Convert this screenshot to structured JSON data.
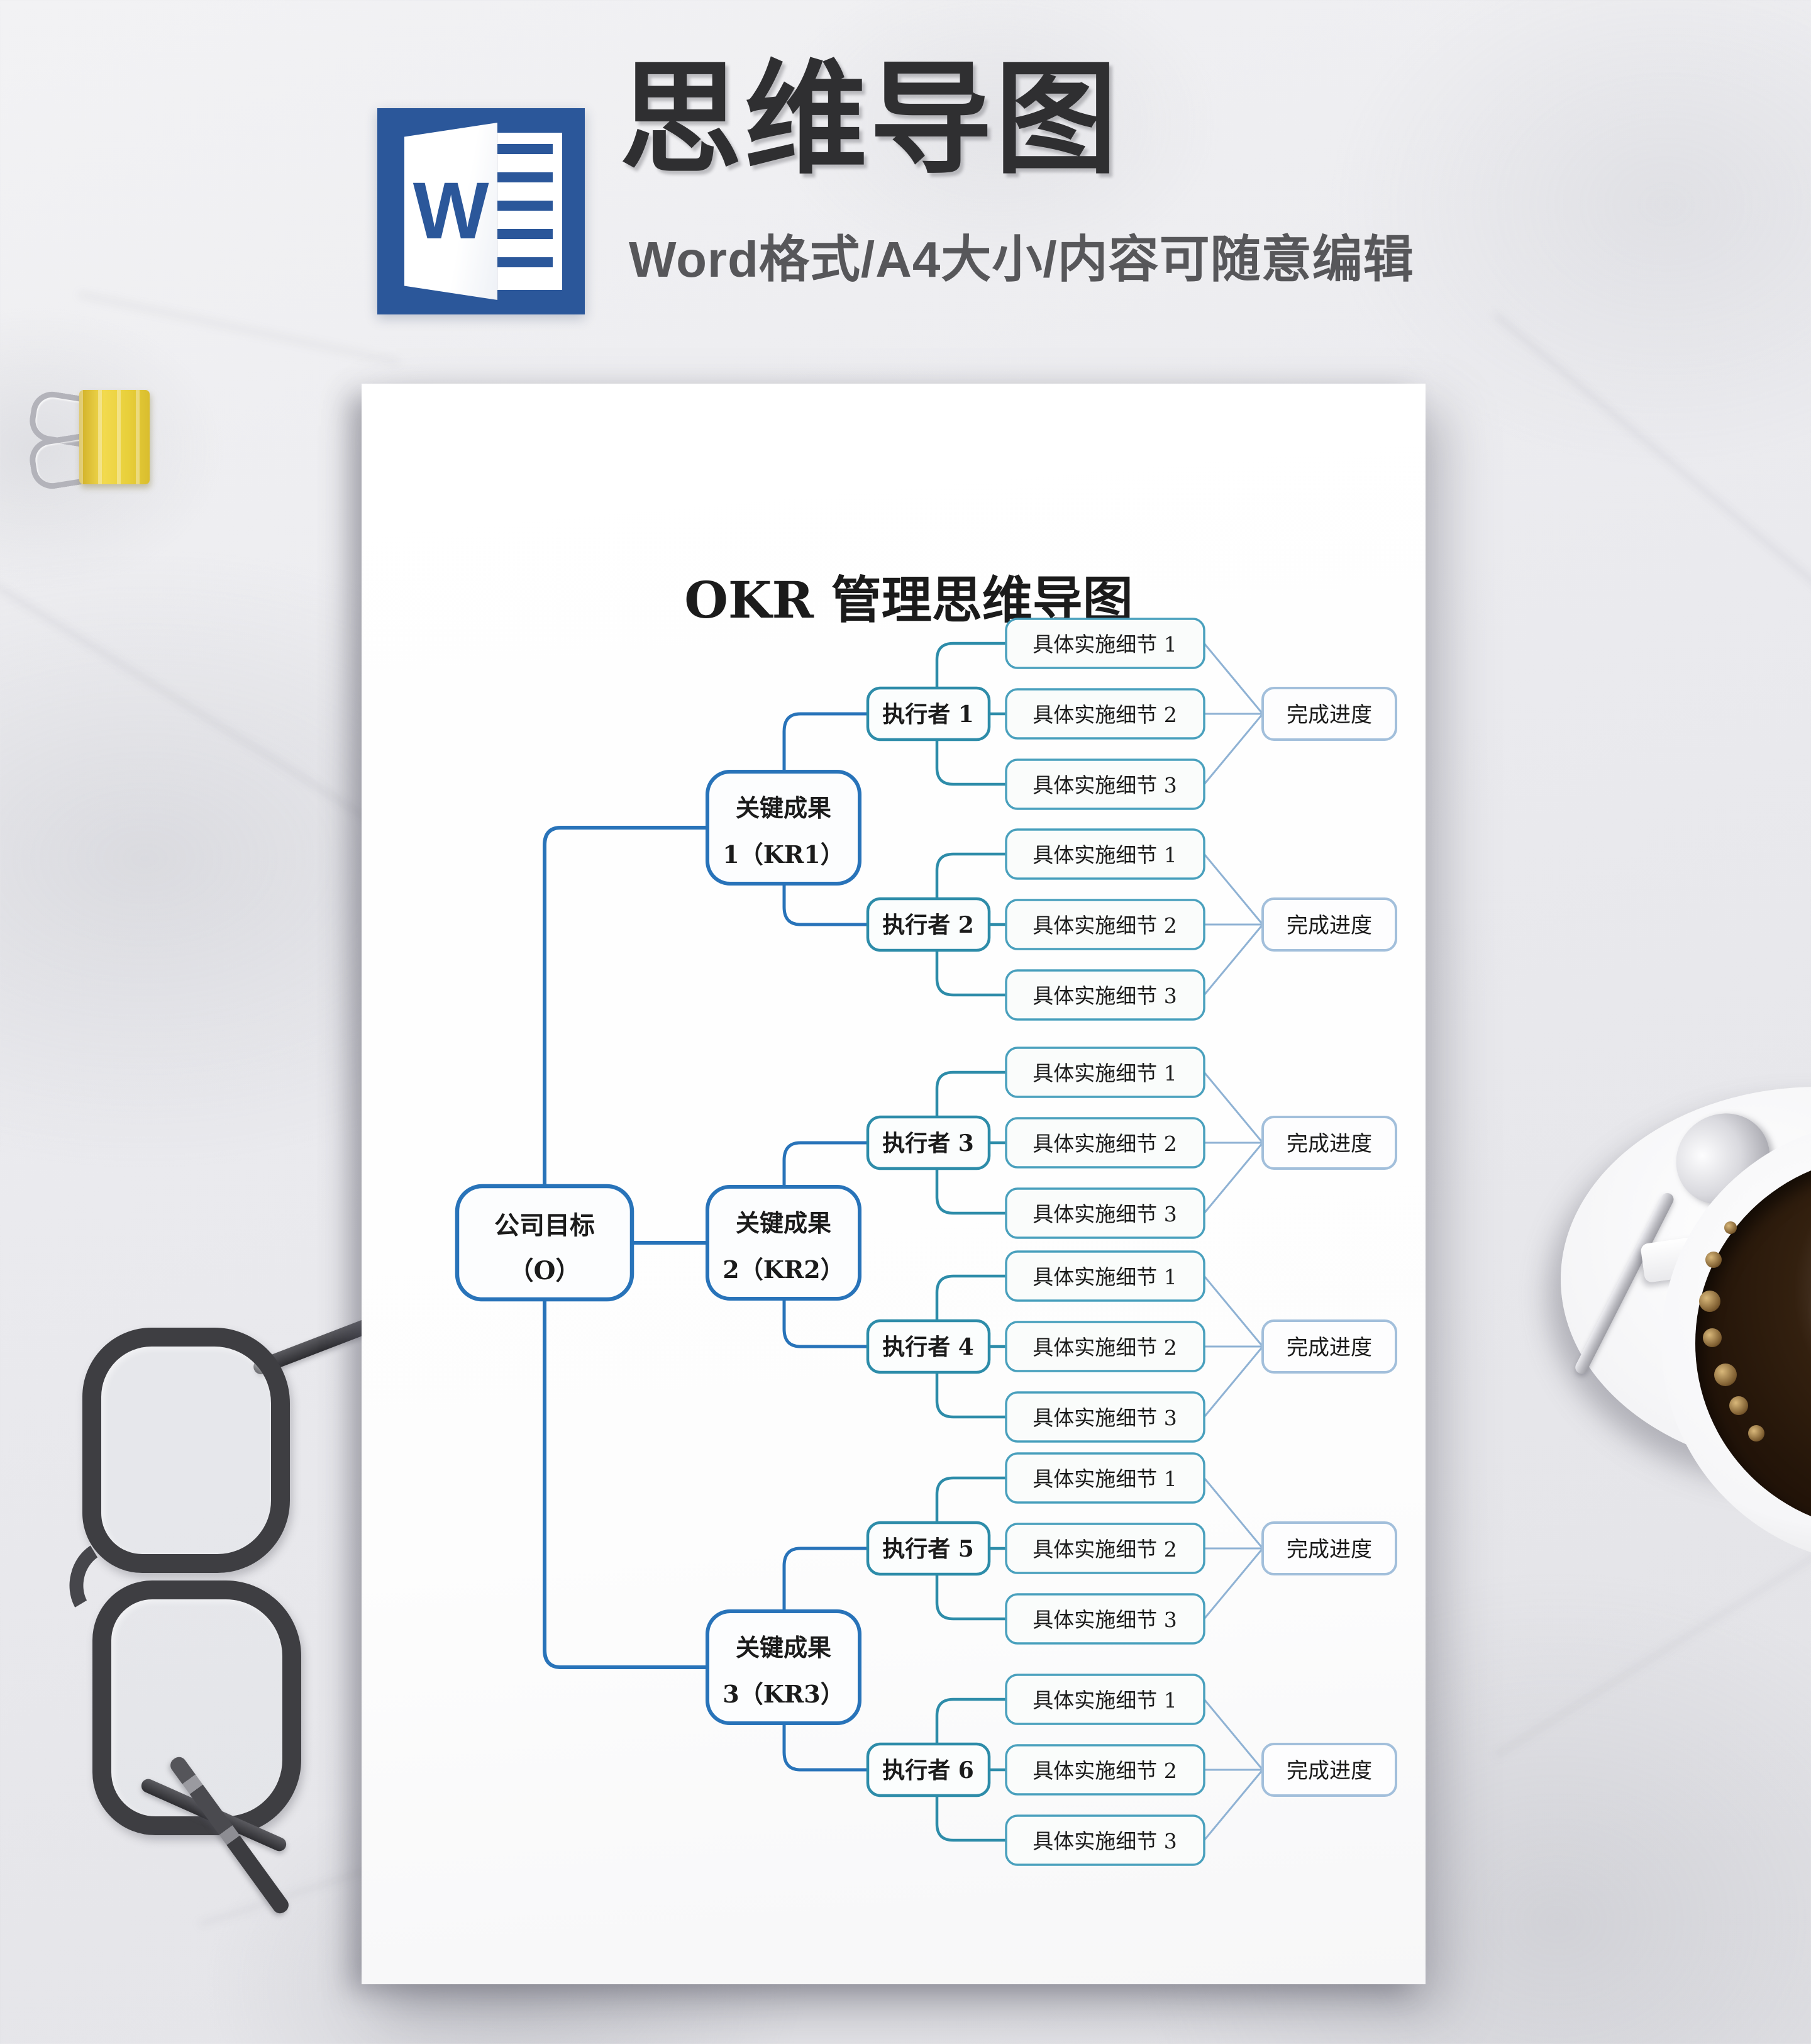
{
  "header": {
    "word_icon_letter": "W",
    "title": "思维导图",
    "subtitle": "Word格式/A4大小/内容可随意编辑"
  },
  "colors": {
    "word_blue": "#2b579a",
    "node_blue": "#2873b9",
    "executor_teal": "#2d8ca9",
    "detail_teal": "#49a0bd",
    "progress_border": "#a2bfdb",
    "converge_line": "#8fb2d4",
    "clip_yellow": "#e8cf3a"
  },
  "mindmap": {
    "title": "OKR 管理思维导图",
    "root": {
      "line1": "公司目标",
      "line2": "（O）"
    },
    "branches": [
      {
        "kr": {
          "line1": "关键成果",
          "line2": "1（KR1）"
        },
        "executors": [
          {
            "label": "执行者 1",
            "details": [
              "具体实施细节 1",
              "具体实施细节 2",
              "具体实施细节 3"
            ],
            "progress": "完成进度"
          },
          {
            "label": "执行者 2",
            "details": [
              "具体实施细节 1",
              "具体实施细节 2",
              "具体实施细节 3"
            ],
            "progress": "完成进度"
          }
        ]
      },
      {
        "kr": {
          "line1": "关键成果",
          "line2": "2（KR2）"
        },
        "executors": [
          {
            "label": "执行者 3",
            "details": [
              "具体实施细节 1",
              "具体实施细节 2",
              "具体实施细节 3"
            ],
            "progress": "完成进度"
          },
          {
            "label": "执行者 4",
            "details": [
              "具体实施细节 1",
              "具体实施细节 2",
              "具体实施细节 3"
            ],
            "progress": "完成进度"
          }
        ]
      },
      {
        "kr": {
          "line1": "关键成果",
          "line2": "3（KR3）"
        },
        "executors": [
          {
            "label": "执行者 5",
            "details": [
              "具体实施细节 1",
              "具体实施细节 2",
              "具体实施细节 3"
            ],
            "progress": "完成进度"
          },
          {
            "label": "执行者 6",
            "details": [
              "具体实施细节 1",
              "具体实施细节 2",
              "具体实施细节 3"
            ],
            "progress": "完成进度"
          }
        ]
      }
    ]
  }
}
